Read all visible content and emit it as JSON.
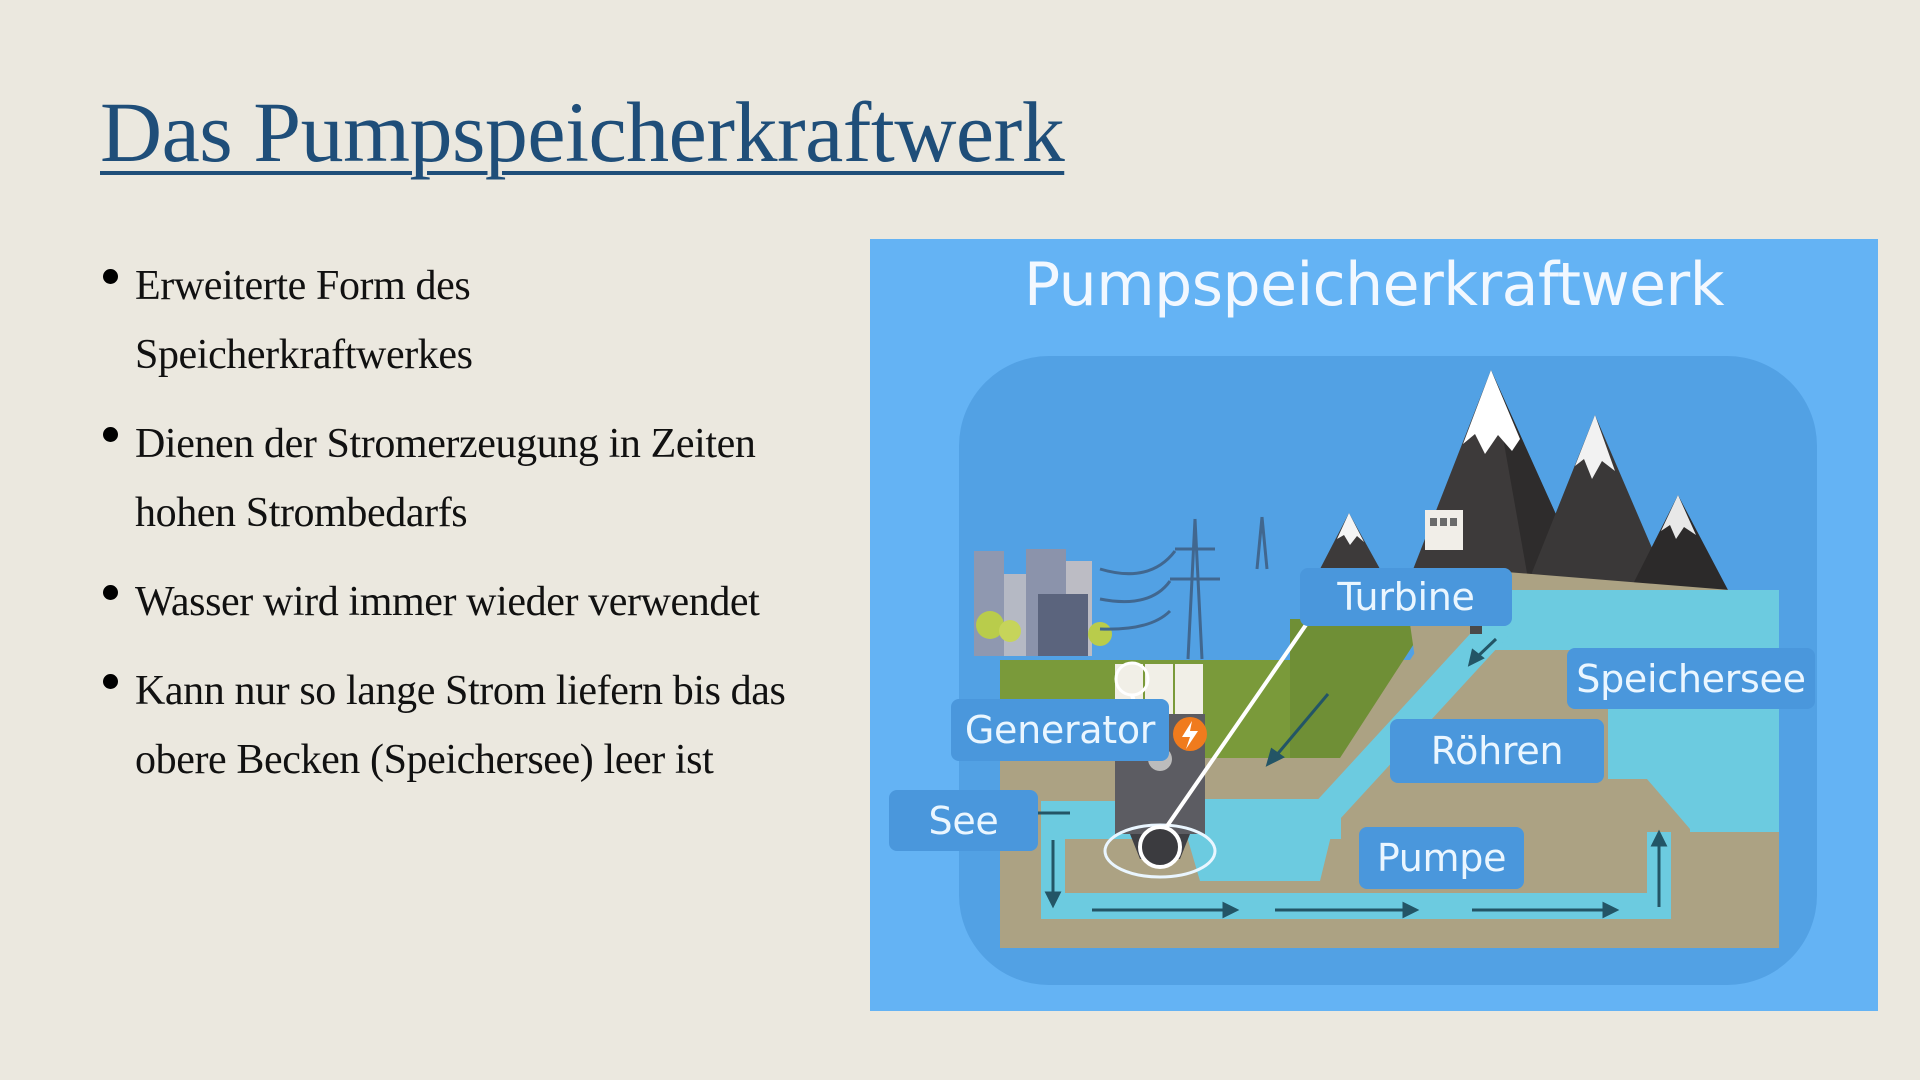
{
  "slide": {
    "title": "Das Pumpspeicherkraftwerk",
    "title_color": "#1f4e79",
    "background": "#ebe8df",
    "bullets": [
      {
        "lines": [
          "Erweiterte Form des",
          "Speicherkraftwerkes"
        ]
      },
      {
        "lines": [
          "Dienen der Stromerzeugung in Zeiten",
          "hohen Strombedarfs"
        ]
      },
      {
        "lines": [
          "Wasser wird immer wieder verwendet"
        ]
      },
      {
        "lines": [
          "Kann nur so lange Strom liefern bis das",
          "obere Becken (Speichersee) leer ist"
        ]
      }
    ]
  },
  "diagram": {
    "title": "Pumpspeicherkraftwerk",
    "background": "#64b3f4",
    "labels": {
      "turbine": "Turbine",
      "speichersee": "Speichersee",
      "generator": "Generator",
      "roehren": "Röhren",
      "see": "See",
      "pumpe": "Pumpe"
    },
    "icons": [
      "lightning-bolt-icon",
      "flow-arrow-icon",
      "rotation-arrow-icon"
    ]
  }
}
